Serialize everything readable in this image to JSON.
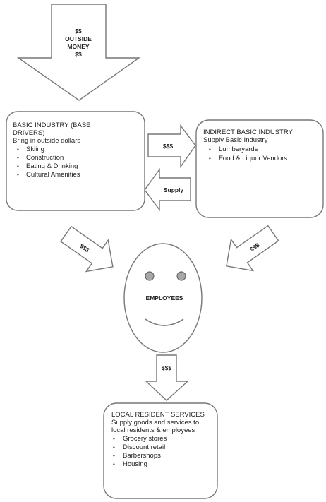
{
  "top_arrow": {
    "line1": "$$",
    "line2": "OUTSIDE",
    "line3": "MONEY",
    "line4": "$$"
  },
  "basic_industry": {
    "title_line1": "BASIC INDUSTRY (BASE",
    "title_line2": "DRIVERS)",
    "subtitle": "Bring in outside dollars",
    "items": [
      "Skiing",
      "Construction",
      "Eating & Drinking",
      "Cultural Amenities"
    ]
  },
  "indirect_industry": {
    "title": "INDIRECT BASIC INDUSTRY",
    "subtitle": "Supply Basic Industry",
    "items": [
      "Lumberyards",
      "Food & Liquor Vendors"
    ]
  },
  "arrows": {
    "to_indirect": "$$$",
    "supply": "Supply",
    "left_diag": "$$$",
    "right_diag": "$$$",
    "down": "$$$"
  },
  "employees": {
    "label": "EMPLOYEES"
  },
  "local_services": {
    "title": "LOCAL RESIDENT SERVICES",
    "line2": "Supply goods and services to",
    "line3": "local residents & employees",
    "items": [
      "Grocery stores",
      "Discount retail",
      "Barbershops",
      "Housing"
    ]
  }
}
